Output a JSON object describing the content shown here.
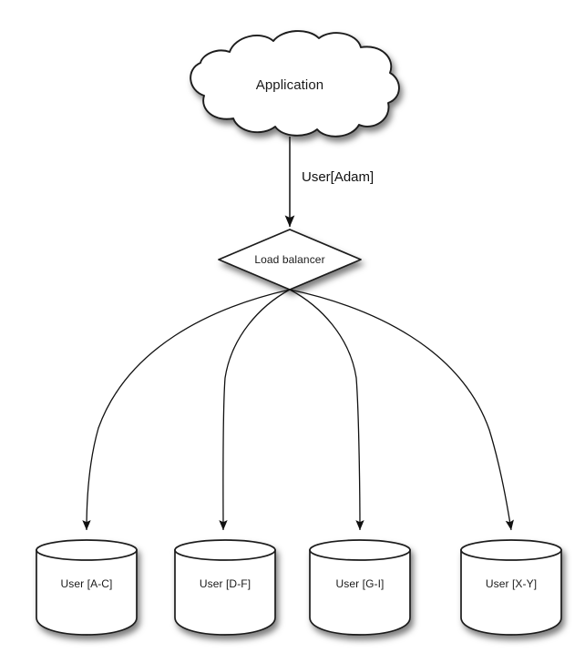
{
  "diagram": {
    "type": "architecture-flow",
    "background_color": "#ffffff",
    "stroke_color": "#1a1a1a",
    "fill_color": "#ffffff",
    "text_color": "#1a1a1a",
    "shadow_color": "rgba(0,0,0,0.45)",
    "nodes": {
      "application": {
        "label": "Application",
        "shape": "cloud"
      },
      "load_balancer": {
        "label": "Load balancer",
        "shape": "diamond"
      },
      "databases": [
        {
          "label": "User [A-C]",
          "shape": "cylinder"
        },
        {
          "label": "User [D-F]",
          "shape": "cylinder"
        },
        {
          "label": "User [G-I]",
          "shape": "cylinder"
        },
        {
          "label": "User [X-Y]",
          "shape": "cylinder"
        }
      ]
    },
    "edges": {
      "app_to_balancer": {
        "label": "User[Adam]",
        "style": "straight-arrow"
      },
      "balancer_to_db": {
        "label": "",
        "style": "curved-arrow",
        "count": 4
      }
    }
  }
}
